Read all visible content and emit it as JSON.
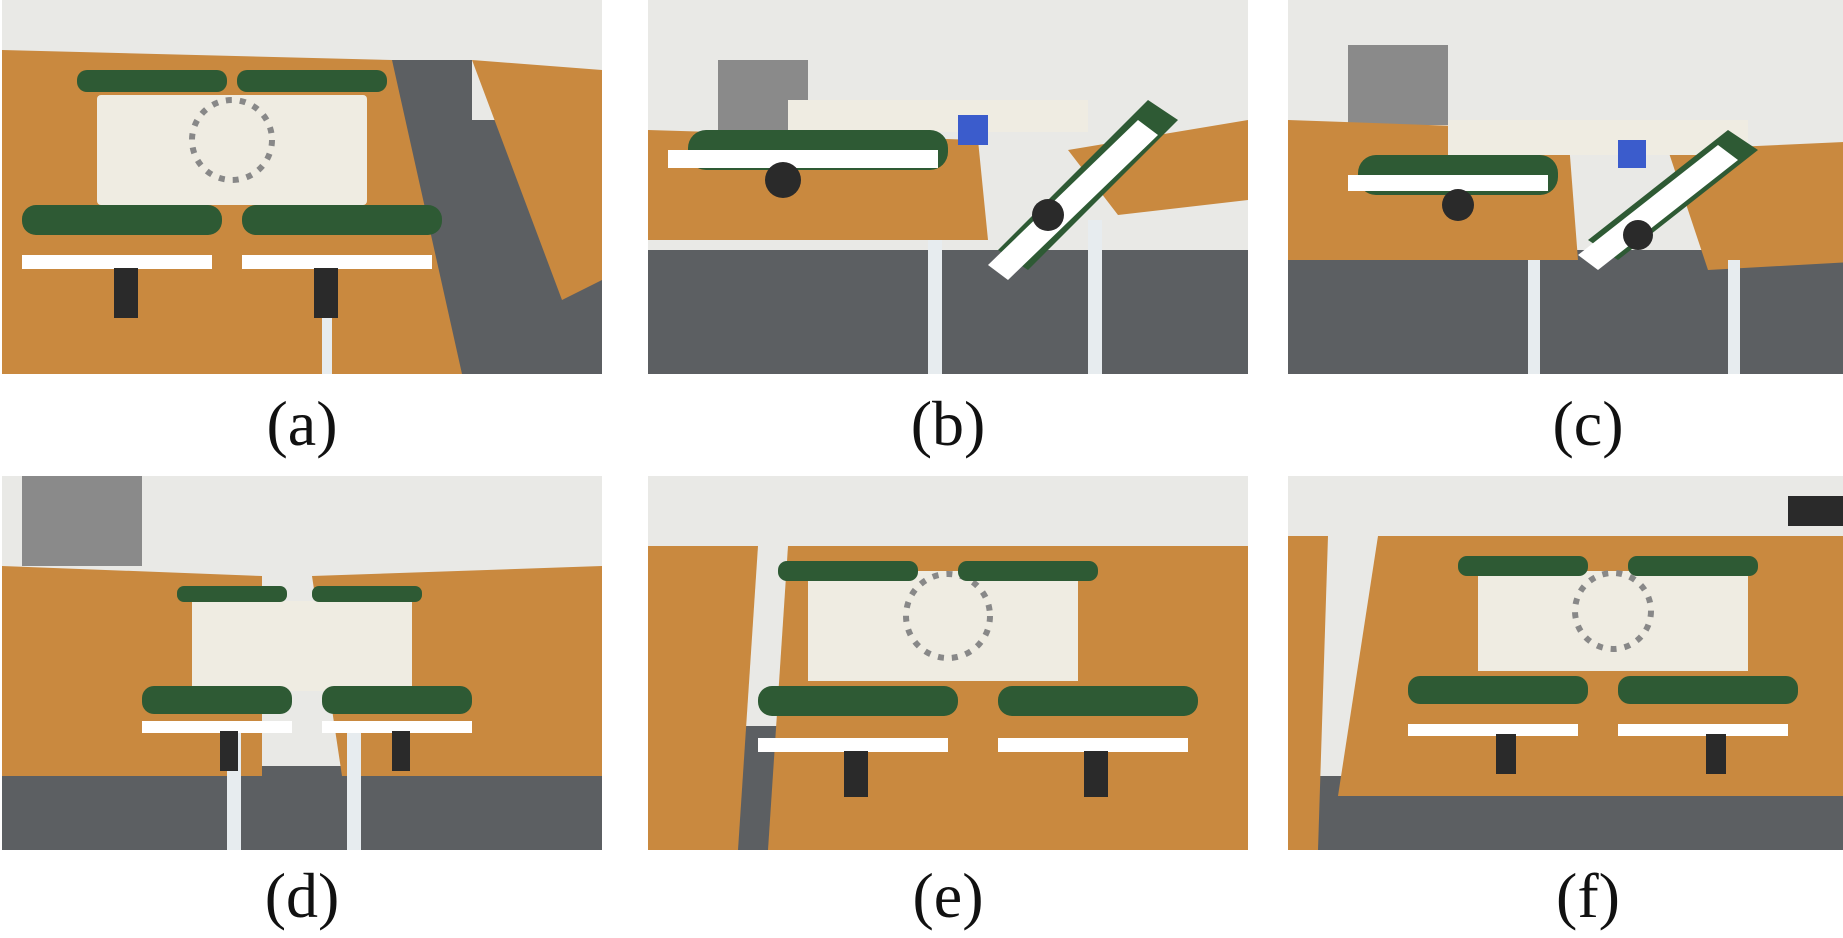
{
  "panels": [
    {
      "id": "a",
      "label": "(a)"
    },
    {
      "id": "b",
      "label": "(b)"
    },
    {
      "id": "c",
      "label": "(c)"
    },
    {
      "id": "d",
      "label": "(d)"
    },
    {
      "id": "e",
      "label": "(e)"
    },
    {
      "id": "f",
      "label": "(f)"
    }
  ],
  "colors": {
    "wall": "#e9e9e6",
    "floor": "#5c5f62",
    "table_wood": "#c9893f",
    "table_leg": "#e7ecef",
    "robot_body": "#efece2",
    "track": "#2e5a34",
    "motor": "#2a2a2a",
    "accent_blue": "#3b5ccc"
  }
}
